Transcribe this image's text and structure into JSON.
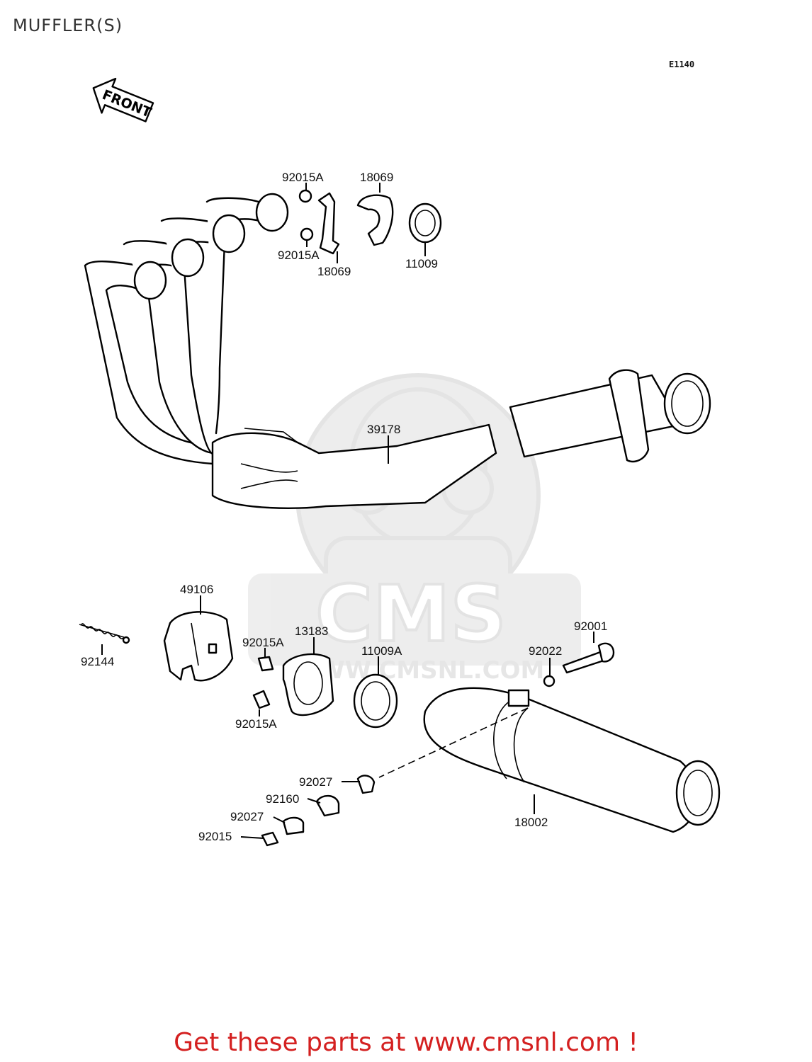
{
  "title": "MUFFLER(S)",
  "diagram_code": "E1140",
  "front_label": "FRONT",
  "watermark": {
    "brand": "CMS",
    "url": "WWW.CMSNL.COM"
  },
  "parts": {
    "p92015A_top": "92015A",
    "p18069_a": "18069",
    "p92015A_mid": "92015A",
    "p18069_b": "18069",
    "p11009": "11009",
    "p39178": "39178",
    "p49106": "49106",
    "p92144": "92144",
    "p92015A_l1": "92015A",
    "p13183": "13183",
    "p11009A": "11009A",
    "p92015A_l2": "92015A",
    "p92001": "92001",
    "p92022": "92022",
    "p92027_a": "92027",
    "p92160": "92160",
    "p92027_b": "92027",
    "p92015": "92015",
    "p18002": "18002"
  },
  "promo_text": "Get these parts at www.cmsnl.com !",
  "colors": {
    "promo": "#d42020",
    "line": "#000000",
    "watermark": "#e6e6e6"
  }
}
